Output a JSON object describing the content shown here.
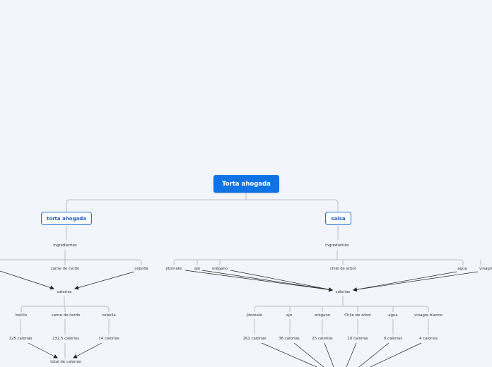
{
  "root": {
    "title": "Torta ahogada"
  },
  "left": {
    "title": "torta ahogada",
    "ingredients_label": "ingredientes",
    "ingredients": [
      "carne de cerdo",
      "cebolla"
    ],
    "calories_label": "calorias",
    "items": [
      "bolillo",
      "carne de cerdo",
      "cebolla"
    ],
    "item_calories": [
      "125 calorias",
      "232.5 calorias",
      "14 calorias"
    ],
    "total_label": "total de calorias"
  },
  "right": {
    "title": "salsa",
    "ingredients_label": "ingredientes",
    "ingredients": [
      "jitomate",
      "ajo",
      "orégano",
      "chile de arbol",
      "agua",
      "vinagre"
    ],
    "calories_label": "calorias",
    "items": [
      "jitomate",
      "ajo",
      "orégano",
      "Chile de árbol",
      "agua",
      "vinagre blanco"
    ],
    "item_calories": [
      "161 calorias",
      "36 calorias",
      "25 calorias",
      "20 calorias",
      "0 calorias",
      "4 calorias"
    ]
  },
  "colors": {
    "root": "#0d73e6",
    "accent": "#1f6fd6",
    "connector": "#b8bcc6",
    "arrow": "#222222"
  }
}
